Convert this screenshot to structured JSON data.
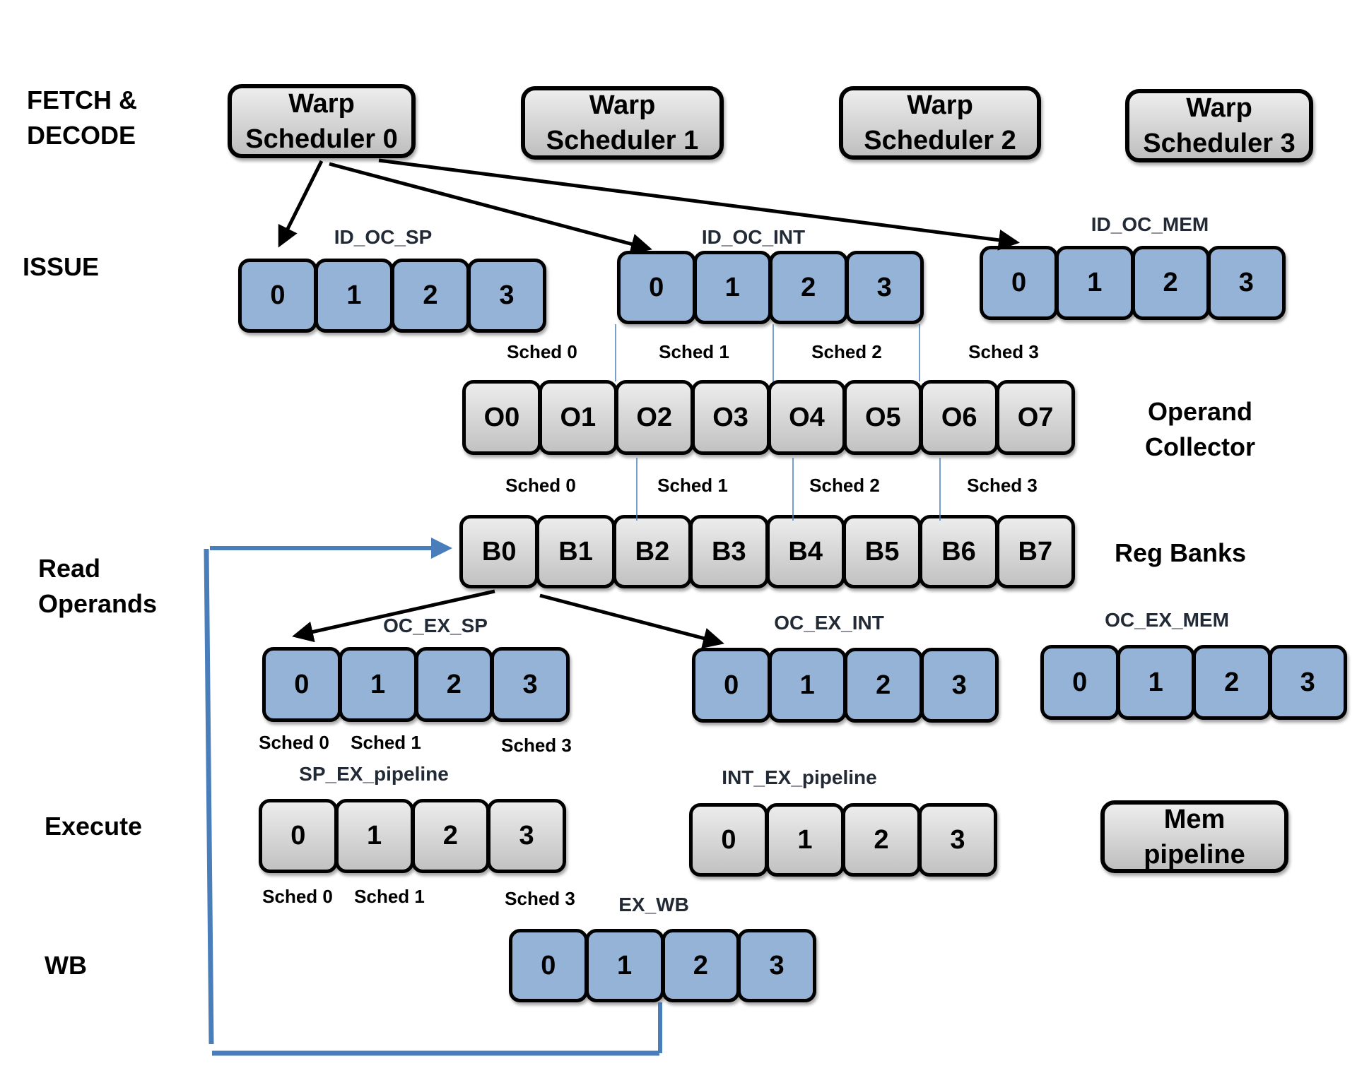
{
  "stages": {
    "fetch_decode": "FETCH &\nDECODE",
    "issue": "ISSUE",
    "read_operands": "Read\nOperands",
    "execute": "Execute",
    "wb": "WB"
  },
  "warp_schedulers": [
    {
      "label": "Warp\nScheduler 0"
    },
    {
      "label": "Warp\nScheduler 1"
    },
    {
      "label": "Warp\nScheduler 2"
    },
    {
      "label": "Warp\nScheduler 3"
    }
  ],
  "issue_queues": [
    {
      "name": "ID_OC_SP",
      "slots": [
        "0",
        "1",
        "2",
        "3"
      ]
    },
    {
      "name": "ID_OC_INT",
      "slots": [
        "0",
        "1",
        "2",
        "3"
      ]
    },
    {
      "name": "ID_OC_MEM",
      "slots": [
        "0",
        "1",
        "2",
        "3"
      ]
    }
  ],
  "operand_collector": {
    "label": "Operand\nCollector",
    "sched_labels": [
      "Sched 0",
      "Sched 1",
      "Sched 2",
      "Sched 3"
    ],
    "units": [
      "O0",
      "O1",
      "O2",
      "O3",
      "O4",
      "O5",
      "O6",
      "O7"
    ]
  },
  "reg_banks": {
    "label": "Reg Banks",
    "sched_labels": [
      "Sched 0",
      "Sched 1",
      "Sched 2",
      "Sched 3"
    ],
    "banks": [
      "B0",
      "B1",
      "B2",
      "B3",
      "B4",
      "B5",
      "B6",
      "B7"
    ]
  },
  "oc_ex_queues": [
    {
      "name": "OC_EX_SP",
      "slots": [
        "0",
        "1",
        "2",
        "3"
      ],
      "sched_labels": [
        "Sched 0",
        "Sched 1",
        "Sched 3"
      ]
    },
    {
      "name": "OC_EX_INT",
      "slots": [
        "0",
        "1",
        "2",
        "3"
      ]
    },
    {
      "name": "OC_EX_MEM",
      "slots": [
        "0",
        "1",
        "2",
        "3"
      ]
    }
  ],
  "execute_units": [
    {
      "name": "SP_EX_pipeline",
      "slots": [
        "0",
        "1",
        "2",
        "3"
      ],
      "sched_labels": [
        "Sched 0",
        "Sched 1",
        "Sched 3"
      ]
    },
    {
      "name": "INT_EX_pipeline",
      "slots": [
        "0",
        "1",
        "2",
        "3"
      ]
    }
  ],
  "mem_pipeline": {
    "label": "Mem\npipeline"
  },
  "ex_wb": {
    "name": "EX_WB",
    "slots": [
      "0",
      "1",
      "2",
      "3"
    ]
  },
  "colors": {
    "queue_fill": "#95b3d7",
    "feedback_line": "#4a7ebb",
    "divider_line": "#4a7ebb",
    "arrow": "#000000"
  }
}
